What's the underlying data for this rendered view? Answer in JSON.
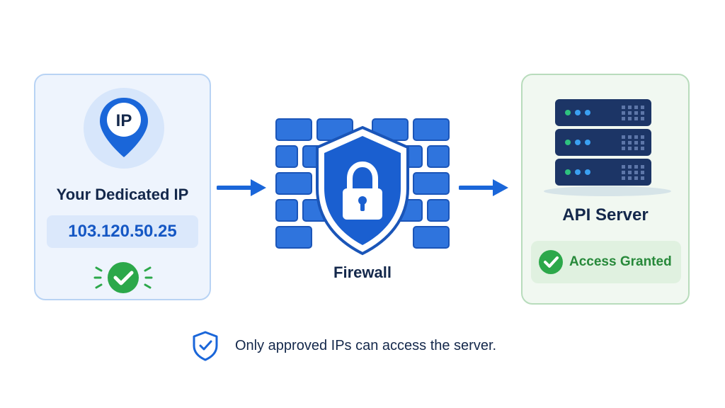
{
  "ip_card": {
    "pin_label": "IP",
    "title": "Your Dedicated IP",
    "ip_address": "103.120.50.25"
  },
  "firewall": {
    "label": "Firewall"
  },
  "server_card": {
    "title": "API Server",
    "status": "Access Granted"
  },
  "footer": {
    "text": "Only approved IPs can access the server."
  },
  "colors": {
    "primary_blue": "#1a66d9",
    "dark_navy": "#14284b",
    "success_green": "#2ca84a",
    "server_body": "#1c3566"
  },
  "icons": [
    "location-pin-icon",
    "check-circle-icon",
    "arrow-right-icon",
    "brick-wall-icon",
    "shield-lock-icon",
    "server-rack-icon",
    "shield-check-icon"
  ]
}
